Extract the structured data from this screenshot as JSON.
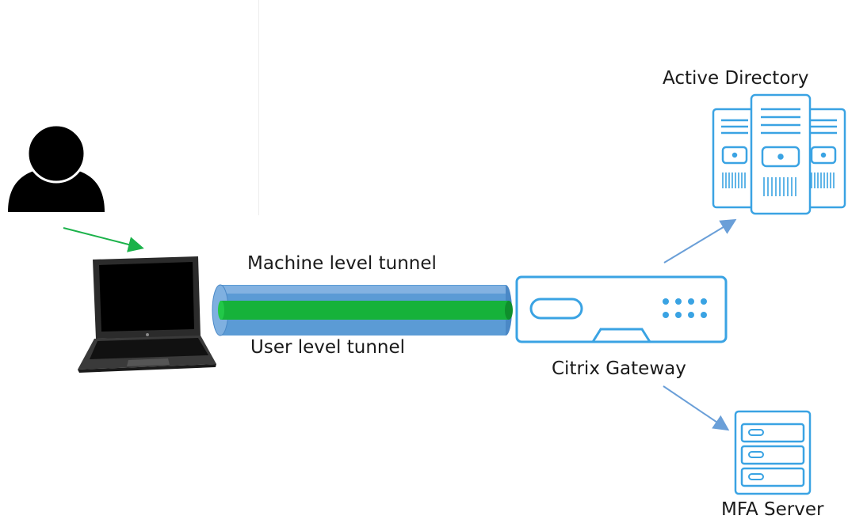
{
  "labels": {
    "active_directory": "Active Directory",
    "machine_tunnel": "Machine level tunnel",
    "user_tunnel": "User level tunnel",
    "citrix_gateway": "Citrix Gateway",
    "mfa_server": "MFA Server"
  },
  "colors": {
    "tunnel_outer": "#5b9bd5",
    "tunnel_inner": "#16b23a",
    "server_blue": "#3aa3e3",
    "arrow_blue": "#6a9fd8",
    "arrow_green": "#1bb24a",
    "user_black": "#000000"
  },
  "icons": {
    "user": "user-icon",
    "laptop": "laptop-icon",
    "gateway": "gateway-appliance-icon",
    "active_directory": "server-rack-icon",
    "mfa": "server-icon"
  }
}
